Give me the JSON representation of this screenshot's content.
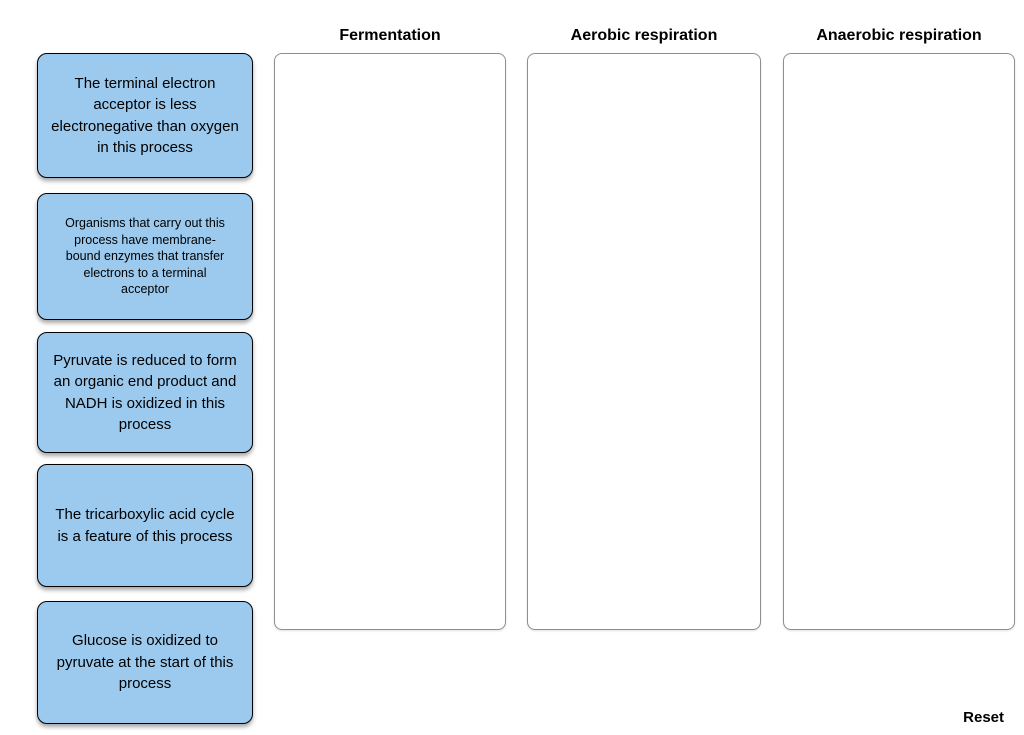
{
  "activity": {
    "type": "drag-and-drop-categorization"
  },
  "cards": [
    {
      "label": "The terminal electron acceptor is less electronegative than oxygen in this process"
    },
    {
      "label": "Organisms that carry out this process have membrane-bound enzymes that transfer electrons to a terminal acceptor"
    },
    {
      "label": "Pyruvate is reduced to form an organic end product and NADH is oxidized in this process"
    },
    {
      "label": "The tricarboxylic acid cycle is a feature of this process"
    },
    {
      "label": "Glucose is oxidized to pyruvate at the start of this process"
    }
  ],
  "bins": [
    {
      "label": "Fermentation",
      "items": []
    },
    {
      "label": "Aerobic respiration",
      "items": []
    },
    {
      "label": "Anaerobic respiration",
      "items": []
    }
  ],
  "reset": {
    "label": "Reset"
  },
  "colors": {
    "card_fill": "#9CCAEE",
    "card_border": "#000000",
    "bin_border": "#8f8f8f",
    "text": "#000000",
    "background": "#ffffff"
  }
}
